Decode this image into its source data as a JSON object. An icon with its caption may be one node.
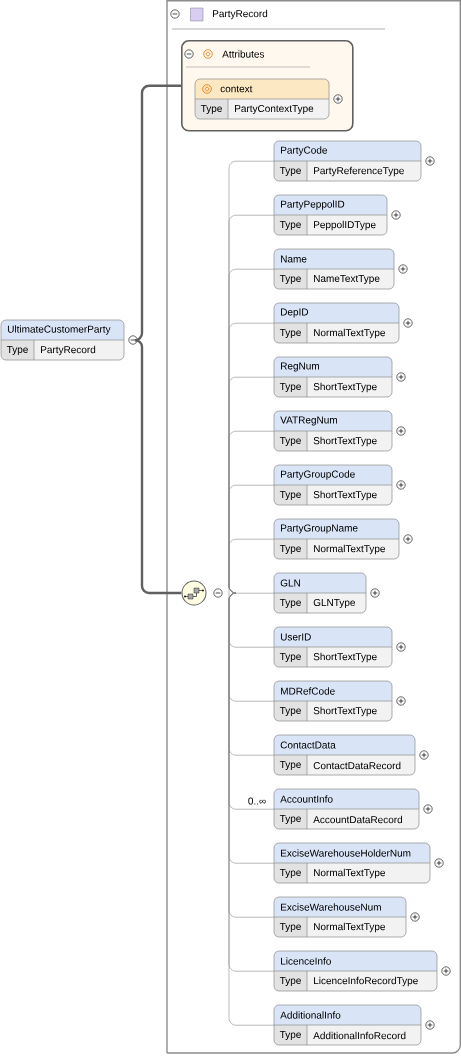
{
  "diagram": {
    "nodes": [
      {
        "text": [
          "UltimateCustomerParty",
          "Type",
          "PartyRecord"
        ]
      },
      {
        "text": [
          "PartyRecord"
        ]
      },
      {
        "text": [
          "Attributes"
        ],
        "in": 1
      },
      {
        "text": [
          "context",
          "Type",
          "PartyContextType"
        ],
        "in": 2
      },
      {
        "text": [],
        "shape": "circle",
        "in": 1
      },
      {
        "text": [
          "PartyCode",
          "Type",
          "PartyReferenceType"
        ],
        "in": 1
      },
      {
        "text": [
          "PartyPeppolID",
          "Type",
          "PeppolIDType"
        ],
        "in": 1
      },
      {
        "text": [
          "Name",
          "Type",
          "NameTextType"
        ],
        "in": 1
      },
      {
        "text": [
          "DepID",
          "Type",
          "NormalTextType"
        ],
        "in": 1
      },
      {
        "text": [
          "RegNum",
          "Type",
          "ShortTextType"
        ],
        "in": 1
      },
      {
        "text": [
          "VATRegNum",
          "Type",
          "ShortTextType"
        ],
        "in": 1
      },
      {
        "text": [
          "PartyGroupCode",
          "Type",
          "ShortTextType"
        ],
        "in": 1
      },
      {
        "text": [
          "PartyGroupName",
          "Type",
          "NormalTextType"
        ],
        "in": 1
      },
      {
        "text": [
          "GLN",
          "Type",
          "GLNType"
        ],
        "in": 1
      },
      {
        "text": [
          "UserID",
          "Type",
          "ShortTextType"
        ],
        "in": 1
      },
      {
        "text": [
          "MDRefCode",
          "Type",
          "ShortTextType"
        ],
        "in": 1
      },
      {
        "text": [
          "ContactData",
          "Type",
          "ContactDataRecord"
        ],
        "in": 1
      },
      {
        "text": [
          "AccountInfo",
          "Type",
          "AccountDataRecord"
        ],
        "in": 1
      },
      {
        "text": [
          "ExciseWarehouseHolderNum",
          "Type",
          "NormalTextType"
        ],
        "in": 1
      },
      {
        "text": [
          "ExciseWarehouseNum",
          "Type",
          "NormalTextType"
        ],
        "in": 1
      },
      {
        "text": [
          "LicenceInfo",
          "Type",
          "LicenceInfoRecordType"
        ],
        "in": 1
      },
      {
        "text": [
          "AdditionalInfo",
          "Type",
          "AdditionalInfoRecord"
        ],
        "in": 1
      }
    ],
    "edges": [
      {
        "from": 0,
        "to": 2,
        "arrow": "none",
        "style": "thick"
      },
      {
        "from": 0,
        "to": 4,
        "arrow": "none",
        "style": "thick"
      },
      {
        "from": 4,
        "to": 5,
        "arrow": "none"
      },
      {
        "from": 4,
        "to": 6,
        "arrow": "none"
      },
      {
        "from": 4,
        "to": 7,
        "arrow": "none"
      },
      {
        "from": 4,
        "to": 8,
        "arrow": "none"
      },
      {
        "from": 4,
        "to": 9,
        "arrow": "none"
      },
      {
        "from": 4,
        "to": 10,
        "arrow": "none"
      },
      {
        "from": 4,
        "to": 11,
        "arrow": "none"
      },
      {
        "from": 4,
        "to": 12,
        "arrow": "none"
      },
      {
        "from": 4,
        "to": 13,
        "arrow": "none"
      },
      {
        "from": 4,
        "to": 14,
        "arrow": "none"
      },
      {
        "from": 4,
        "to": 15,
        "arrow": "none"
      },
      {
        "from": 4,
        "to": 16,
        "arrow": "none"
      },
      {
        "from": 4,
        "to": 17,
        "arrow": "none",
        "label": "0..∞"
      },
      {
        "from": 4,
        "to": 18,
        "arrow": "none"
      },
      {
        "from": 4,
        "to": 19,
        "arrow": "none"
      },
      {
        "from": 4,
        "to": 20,
        "arrow": "none"
      },
      {
        "from": 4,
        "to": 21,
        "arrow": "none"
      }
    ]
  }
}
